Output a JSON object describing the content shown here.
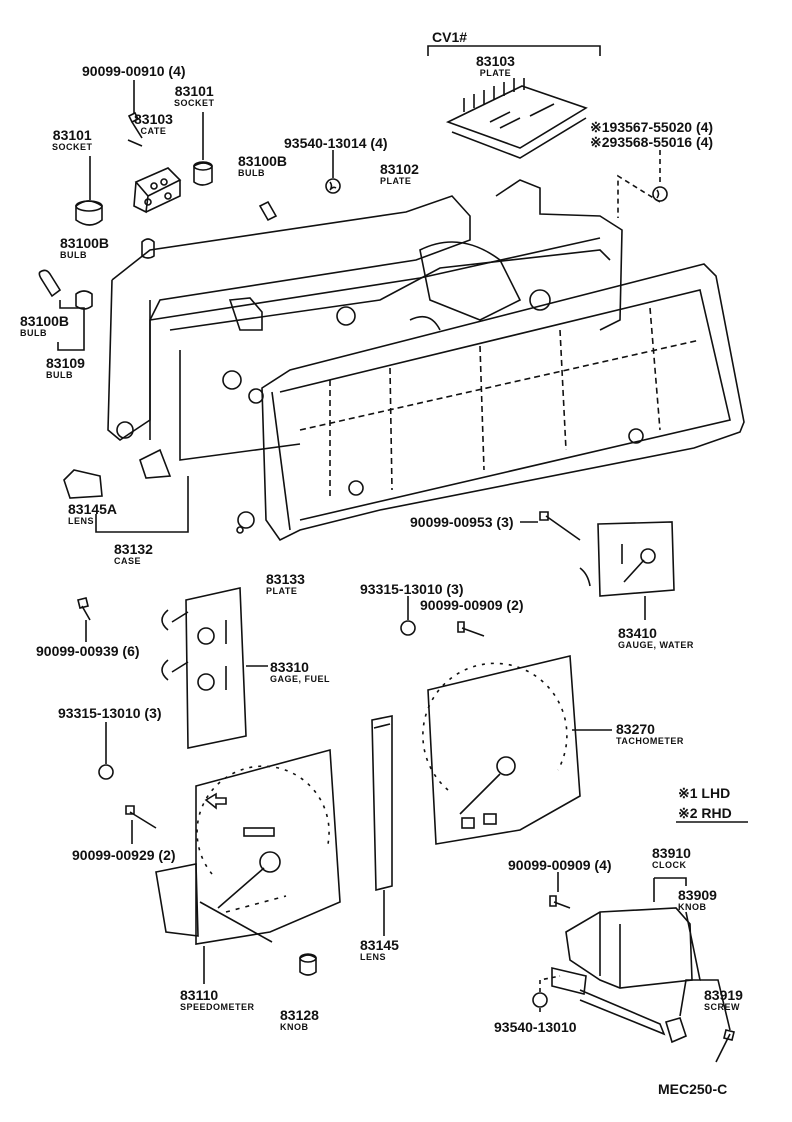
{
  "header": {
    "cv_label": "CV1#"
  },
  "parts": {
    "p83103_top": {
      "number": "83103",
      "name": "PLATE"
    },
    "p90099_00910": {
      "number": "90099-00910",
      "qty": "(4)"
    },
    "p83101_right": {
      "number": "83101",
      "name": "SOCKET"
    },
    "p83103_gate": {
      "number": "83103",
      "name": "CATE"
    },
    "p83101_left": {
      "number": "83101",
      "name": "SOCKET"
    },
    "p93540_13014": {
      "number": "93540-13014",
      "qty": "(4)"
    },
    "p83100B_top": {
      "number": "83100B",
      "name": "BULB"
    },
    "p83102": {
      "number": "83102",
      "name": "PLATE"
    },
    "p83100B_mid": {
      "number": "83100B",
      "name": "BULB"
    },
    "p83100B_low": {
      "number": "83100B",
      "name": "BULB"
    },
    "p83109": {
      "number": "83109",
      "name": "BULB"
    },
    "p83145A": {
      "number": "83145A",
      "name": "LENS"
    },
    "p83132": {
      "number": "83132",
      "name": "CASE"
    },
    "p83133": {
      "number": "83133",
      "name": "PLATE"
    },
    "p90099_00953": {
      "number": "90099-00953",
      "qty": "(3)"
    },
    "p93315_13010_a": {
      "number": "93315-13010",
      "qty": "(3)"
    },
    "p90099_00909_a": {
      "number": "90099-00909",
      "qty": "(2)"
    },
    "p83410": {
      "number": "83410",
      "name": "GAUGE, WATER"
    },
    "p90099_00939": {
      "number": "90099-00939",
      "qty": "(6)"
    },
    "p83310": {
      "number": "83310",
      "name": "GAGE, FUEL"
    },
    "p93315_13010_b": {
      "number": "93315-13010",
      "qty": "(3)"
    },
    "p83270": {
      "number": "83270",
      "name": "TACHOMETER"
    },
    "p90099_00929": {
      "number": "90099-00929",
      "qty": "(2)"
    },
    "p83110": {
      "number": "83110",
      "name": "SPEEDOMETER"
    },
    "p83128": {
      "number": "83128",
      "name": "KNOB"
    },
    "p83145": {
      "number": "83145",
      "name": "LENS"
    },
    "p90099_00909_b": {
      "number": "90099-00909",
      "qty": "(4)"
    },
    "p83910": {
      "number": "83910",
      "name": "CLOCK"
    },
    "p83909": {
      "number": "83909",
      "name": "KNOB"
    },
    "p83919": {
      "number": "83919",
      "name": "SCREW"
    },
    "p93540_13010": {
      "number": "93540-13010"
    }
  },
  "variants": {
    "v1": {
      "mark": "※1",
      "number": "93567-55020",
      "qty": "(4)"
    },
    "v2": {
      "mark": "※2",
      "number": "93568-55016",
      "qty": "(4)"
    }
  },
  "legend": {
    "l1": {
      "mark": "※1",
      "text": "LHD"
    },
    "l2": {
      "mark": "※2",
      "text": "RHD"
    }
  },
  "footer": {
    "code": "MEC250-C"
  }
}
